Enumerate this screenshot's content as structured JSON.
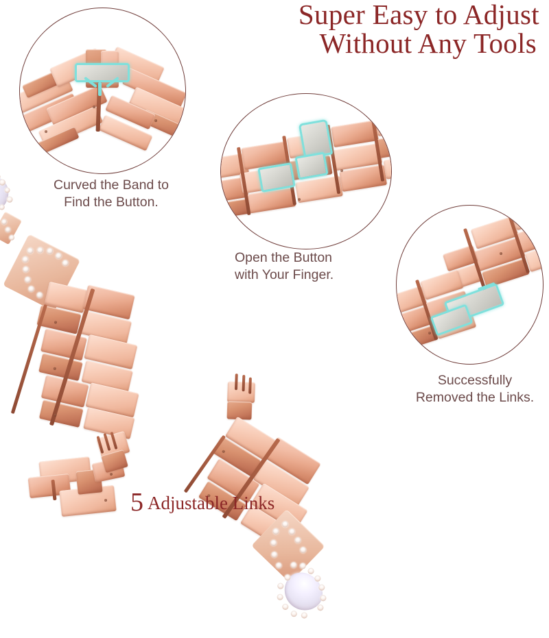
{
  "page": {
    "type": "product-infographic",
    "product": "rose gold rhinestone metal watch band with adjustable links",
    "background_color": "#ffffff"
  },
  "headline": {
    "line1": "Super Easy to Adjust",
    "line2": "Without Any Tools",
    "color": "#8B2626"
  },
  "steps": [
    {
      "id": "step-1",
      "caption_line1": "Curved the Band to",
      "caption_line2": "Find the Button.",
      "inset_name": "circle-inset-curved-band"
    },
    {
      "id": "step-2",
      "caption_line1": "Open the Button",
      "caption_line2": "with Your Finger.",
      "inset_name": "circle-inset-open-button"
    },
    {
      "id": "step-3",
      "caption_line1": "Successfully",
      "caption_line2": "Removed the Links.",
      "inset_name": "circle-inset-removed-links"
    }
  ],
  "caption_color": "#6B4A4A",
  "footer": {
    "count": "5",
    "label": "Adjustable Links"
  },
  "colors": {
    "headline_red": "#8B2626",
    "caption_brown": "#6B4A4A",
    "circle_outline": "#6E3B38",
    "rose_gold_light": "#F7CDBB",
    "rose_gold_mid": "#E9A98D",
    "rose_gold_dark": "#C87A5C",
    "highlight_cyan": "#7FE0DC",
    "crystal_white": "#FFFFFF"
  },
  "photo_elements": {
    "main_band": "rose-gold-link-band-with-crystal-clasp",
    "loose_link": "single-removed-link",
    "second_band": "rose-gold-band-with-rhinestone-section"
  }
}
